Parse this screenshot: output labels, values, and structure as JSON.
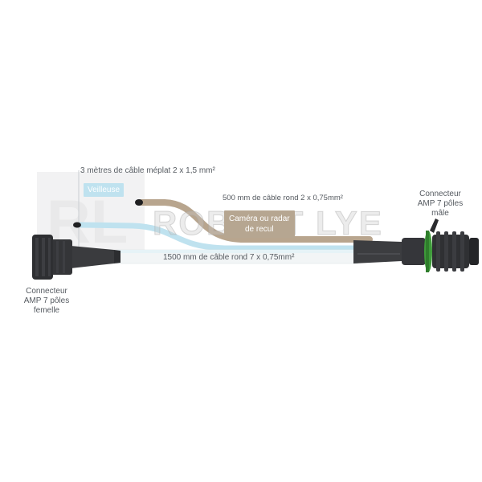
{
  "watermark": {
    "logo_text": "RL",
    "text": "ROBERT LYE"
  },
  "labels": {
    "flat_cable": "3 mètres de câble méplat 2 x 1,5  mm²",
    "round_cable_500": "500 mm de câble rond 2 x 0,75mm²",
    "round_cable_1500": "1500 mm de câble rond 7 x 0,75mm²",
    "veilleuse": "Veilleuse",
    "camera_line1": "Caméra ou radar",
    "camera_line2": "de recul",
    "female_line1": "Connecteur",
    "female_line2": "AMP 7 pôles",
    "female_line3": "femelle",
    "male_line1": "Connecteur",
    "male_line2": "AMP 7 pôles",
    "male_line3": "mâle"
  },
  "colors": {
    "cable_dark": "#3c3d40",
    "cable_tan": "#b8a58e",
    "cable_blue": "#bfe2ef",
    "grommet_green": "#3e9b3a",
    "text": "#555a60"
  }
}
